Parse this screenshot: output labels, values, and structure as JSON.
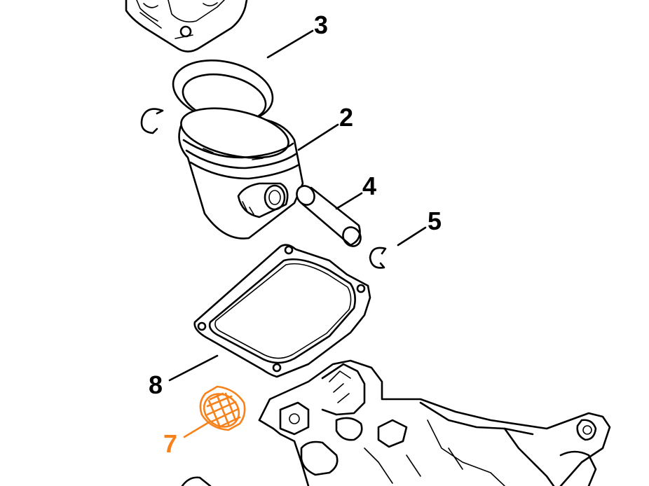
{
  "diagram": {
    "callouts": [
      {
        "id": "3",
        "label": "3",
        "highlight": false
      },
      {
        "id": "2",
        "label": "2",
        "highlight": false
      },
      {
        "id": "4",
        "label": "4",
        "highlight": false
      },
      {
        "id": "5",
        "label": "5",
        "highlight": false
      },
      {
        "id": "8",
        "label": "8",
        "highlight": false
      },
      {
        "id": "7",
        "label": "7",
        "highlight": true
      }
    ],
    "colors": {
      "line": "#000000",
      "highlight": "#f7821b",
      "background": "#ffffff"
    }
  }
}
